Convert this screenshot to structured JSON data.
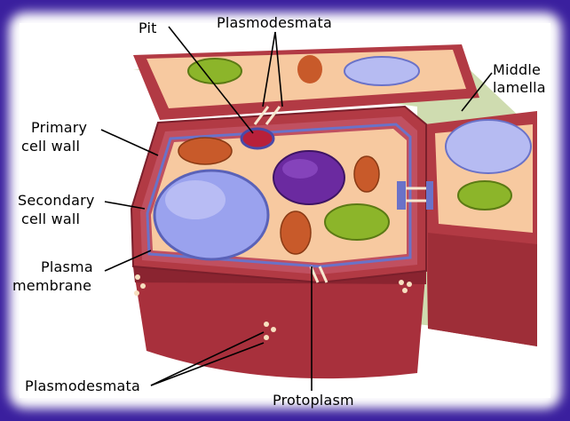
{
  "labels": {
    "pit": "Pit",
    "plasmodesmata_top": "Plasmodesmata",
    "middle_lamella_1": "Middle",
    "middle_lamella_2": "lamella",
    "primary_1": "Primary",
    "primary_2": "cell wall",
    "secondary_1": "Secondary",
    "secondary_2": "cell wall",
    "plasma_1": "Plasma",
    "plasma_2": "membrane",
    "plasmodesmata_bottom": "Plasmodesmata",
    "protoplasm": "Protoplasm"
  },
  "colors": {
    "frame_glow": "#5a3fd6",
    "cell_wall_red": "#b23a44",
    "cell_wall_dark": "#7a1f2b",
    "cytoplasm": "#f7c9a0",
    "membrane_blue": "#6a72c8",
    "vacuole": "#9aa2ee",
    "organelle_purple": "#6b2aa0",
    "organelle_orange": "#c85a2a",
    "chloroplast_green": "#8cb52a",
    "middle_lamella": "#c8d8a8"
  }
}
